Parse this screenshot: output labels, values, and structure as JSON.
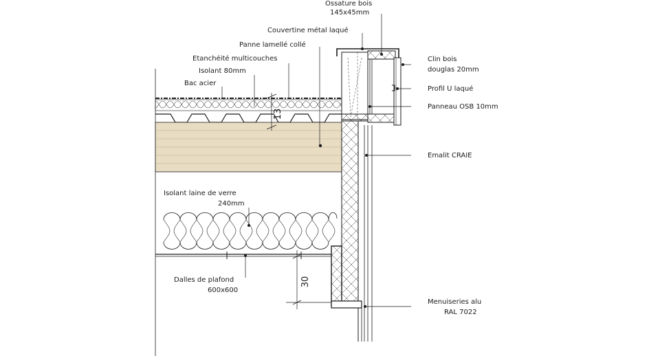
{
  "labels": {
    "ossature_line1": "Ossature bois",
    "ossature_line2": "145x45mm",
    "couvertine": "Couvertine métal laqué",
    "panne": "Panne lamellé collé",
    "etancheite": "Etanchéité multicouches",
    "isolant80": "Isolant 80mm",
    "bac_acier": "Bac acier",
    "clin_line1": "Clin bois",
    "clin_line2": "douglas 20mm",
    "profil_u": "Profil U laqué",
    "panneau_osb": "Panneau OSB 10mm",
    "emalit": "Emalit CRAIE",
    "isolant_laine_line1": "Isolant laine de verre",
    "isolant_laine_line2": "240mm",
    "dalles_line1": "Dalles de plafond",
    "dalles_line2": "600x600",
    "menuiseries_line1": "Menuiseries alu",
    "menuiseries_line2": "RAL 7022"
  },
  "dimensions": {
    "roof_thickness": "13",
    "ceiling_gap": "30"
  },
  "colors": {
    "line": "#1a1a1a",
    "timber_beam": "#e8dcc3",
    "timber_grain": "#b9a98c",
    "wall_insulation": "#ffffff"
  }
}
